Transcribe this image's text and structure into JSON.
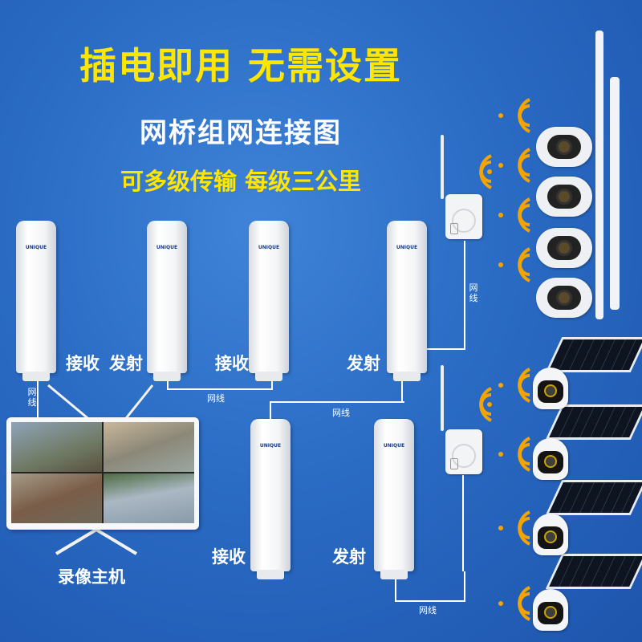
{
  "headline": "插电即用 无需设置",
  "subtitle": "网桥组网连接图",
  "tagline": "可多级传输 每级三公里",
  "labels": {
    "receive_1": "接收",
    "transmit_1": "发射",
    "receive_2": "接收",
    "transmit_2": "发射",
    "receive_3": "接收",
    "transmit_3": "发射",
    "host": "录像主机"
  },
  "cable_labels": {
    "left_vertical": "网线",
    "mid": "网线",
    "center": "网线",
    "right_vertical": "网线",
    "bottom": "网线"
  },
  "unit_brand": "UNIQUE",
  "colors": {
    "background": "#2a6bc4",
    "headline": "#ffe600",
    "text": "#ffffff",
    "signal": "#f5a300"
  }
}
